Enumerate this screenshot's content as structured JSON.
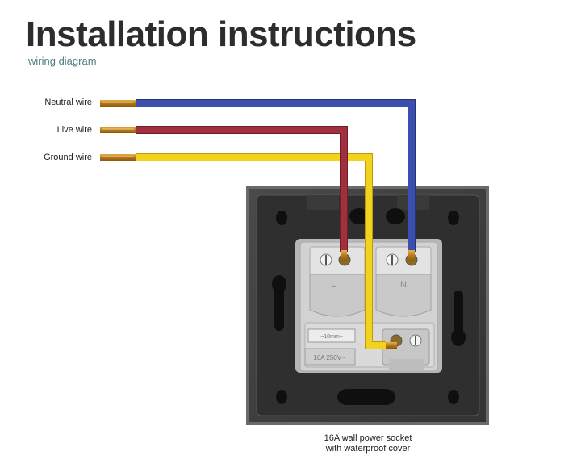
{
  "header": {
    "title": "Installation instructions",
    "subtitle": "wiring diagram"
  },
  "wires": [
    {
      "label": "Neutral wire",
      "color": "#3c4fae"
    },
    {
      "label": "Live wire",
      "color": "#a1303e"
    },
    {
      "label": "Ground wire",
      "color": "#f2d21c"
    }
  ],
  "socket": {
    "terminal_live": "L",
    "terminal_neutral": "N",
    "rating_text": "16A 250V~",
    "strip_text": "~10mm~",
    "caption_line1": "16A wall power socket",
    "caption_line2": "with waterproof cover"
  },
  "colors": {
    "title": "#2d2d2d",
    "subtitle": "#4f7f86",
    "plate": "#3e3e3e",
    "module": "#cfcfcf",
    "copper": "#c8912c"
  }
}
